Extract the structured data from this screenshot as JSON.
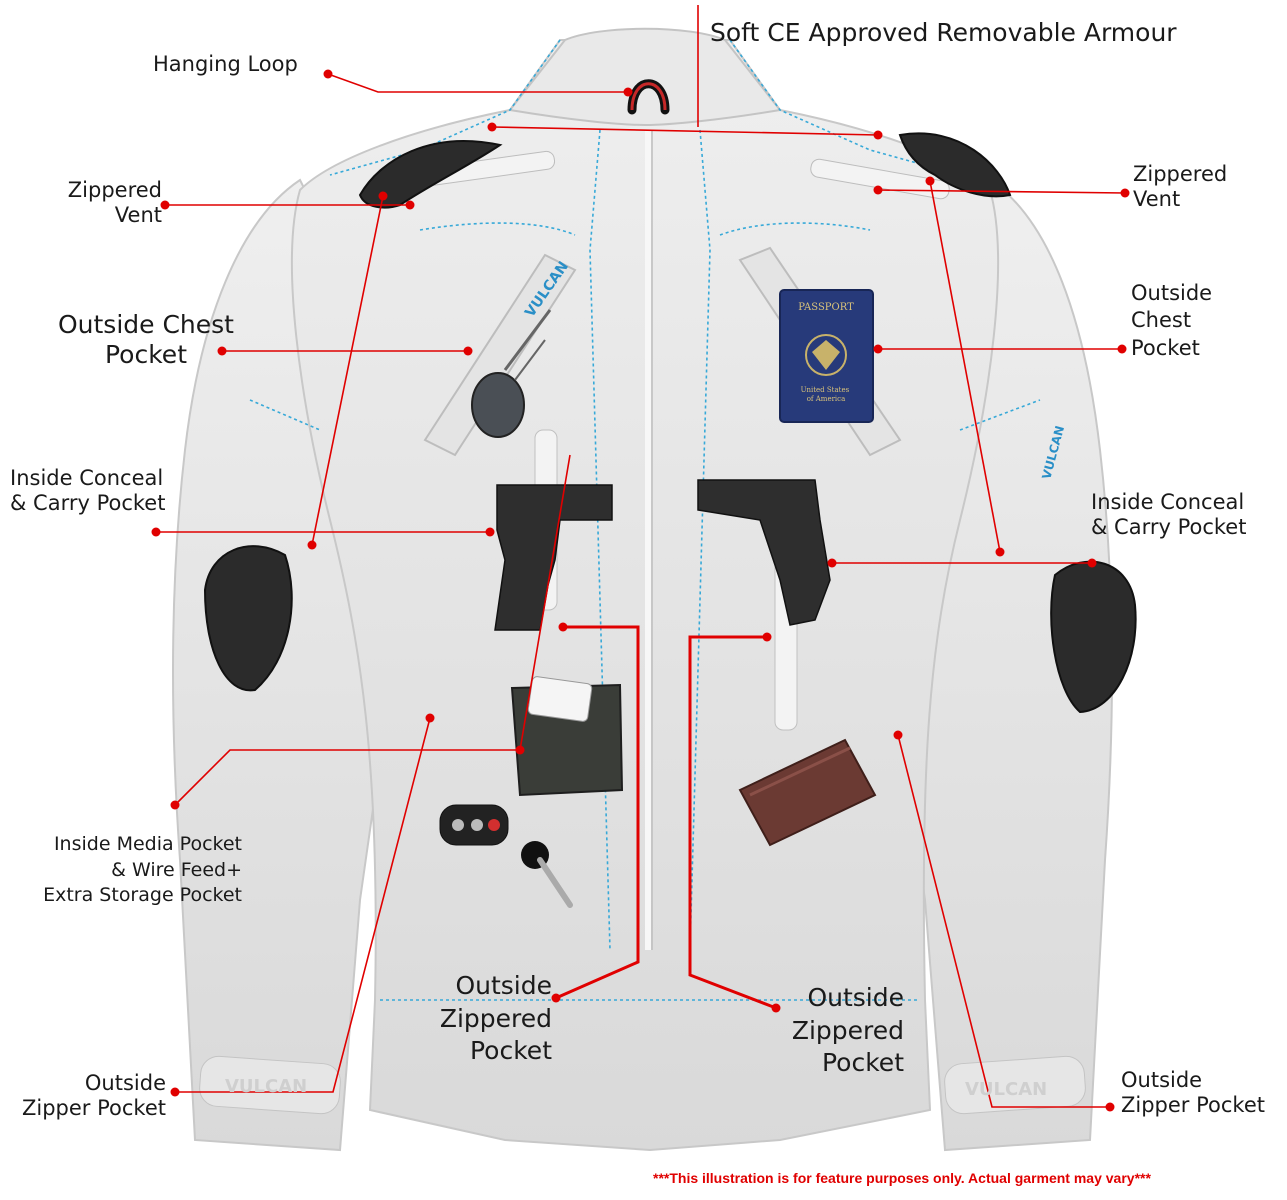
{
  "colors": {
    "callout": "#e00000",
    "stitch": "#37a9d8",
    "jacket": "#e2e2e2",
    "armour": "#2b2b2b"
  },
  "labels": {
    "armour_top": "Soft CE Approved Removable Armour",
    "hanging_loop": "Hanging Loop",
    "vent_left": "Zippered\nVent",
    "vent_right": "Zippered\nVent",
    "chest_left": "Outside Chest\nPocket",
    "chest_right": "Outside\nChest\nPocket",
    "conceal_left": "Inside Conceal\n& Carry Pocket",
    "conceal_right": "Inside Conceal\n& Carry Pocket",
    "media": "Inside Media Pocket\n& Wire Feed+\nExtra Storage Pocket",
    "zip_pocket_center_left": "Outside\nZippered\nPocket",
    "zip_pocket_center_right": "Outside\nZippered\nPocket",
    "zipper_left": "Outside\nZipper Pocket",
    "zipper_right": "Outside\nZipper Pocket"
  },
  "jacket_branding": {
    "logo": "VULCAN",
    "passport_title": "PASSPORT",
    "passport_country": "United States\nof America"
  },
  "disclaimer": "***This illustration is for feature purposes only.  Actual garment may vary***"
}
